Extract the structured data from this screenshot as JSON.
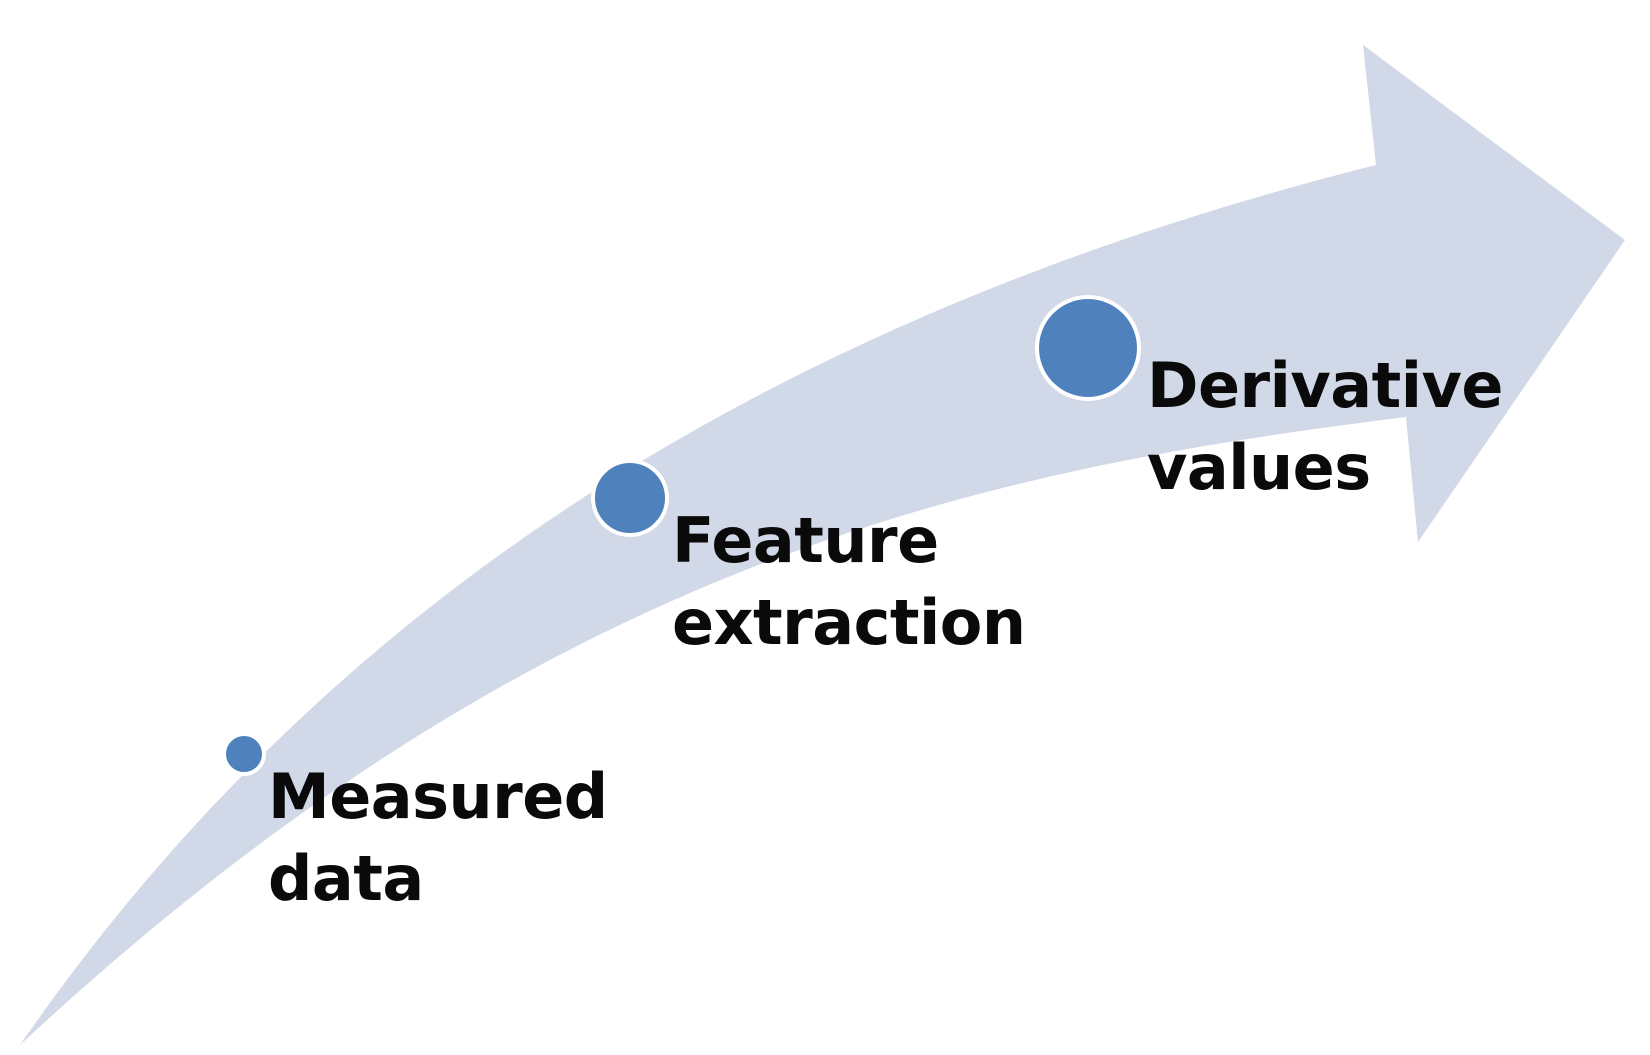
{
  "diagram": {
    "arrow_color": "#d1d8e7",
    "node_color": "#4f81bd",
    "node_stroke_color": "#ffffff",
    "text_color": "#0a0a0a",
    "steps": [
      {
        "line1": "Measured",
        "line2": "data"
      },
      {
        "line1": "Feature",
        "line2": "extraction"
      },
      {
        "line1": "Derivative",
        "line2": "values"
      }
    ]
  }
}
